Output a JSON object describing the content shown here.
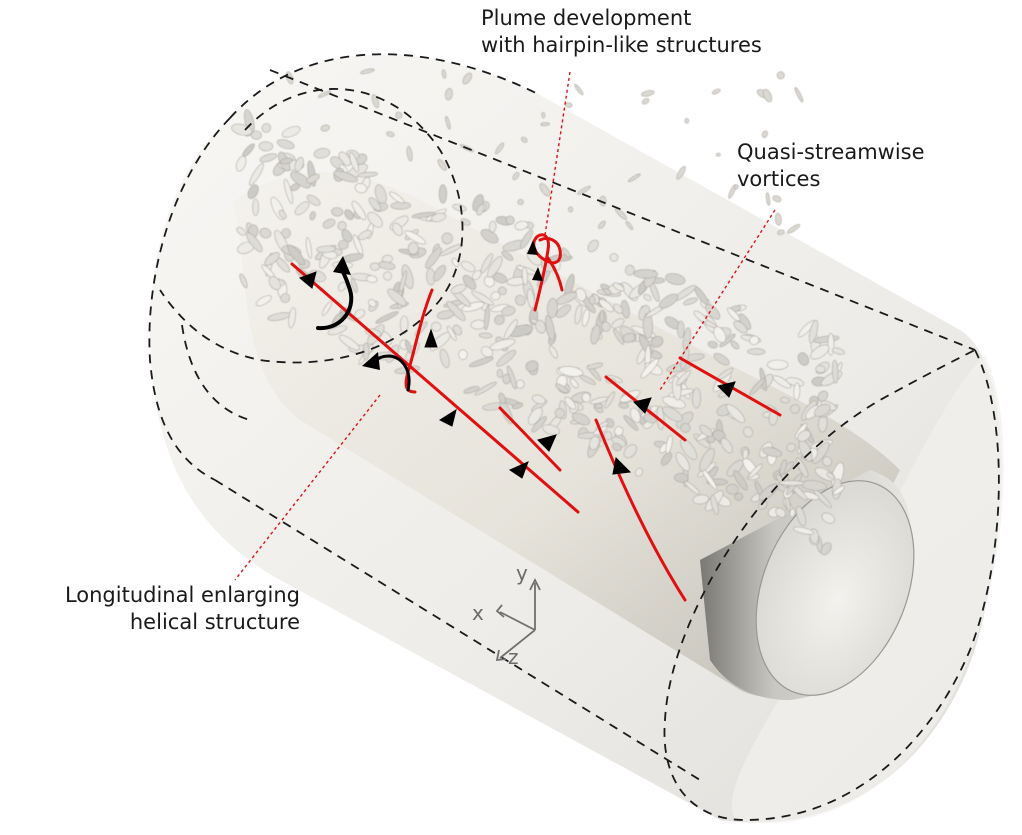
{
  "labels": {
    "plume": [
      "Plume development",
      "with hairpin-like structures"
    ],
    "quasi": [
      "Quasi-streamwise",
      "vortices"
    ],
    "longitudinal": [
      "Longitudinal enlarging",
      "helical structure"
    ]
  },
  "axes": {
    "x": "x",
    "y": "y",
    "z": "z"
  },
  "colors": {
    "vortex_line": "#e01010",
    "arrow": "#000000",
    "leader_line": "#e01010",
    "boundary_dash": "#1a1a1a",
    "surface": "#ebe8e1",
    "axis_tripod": "#707070"
  }
}
